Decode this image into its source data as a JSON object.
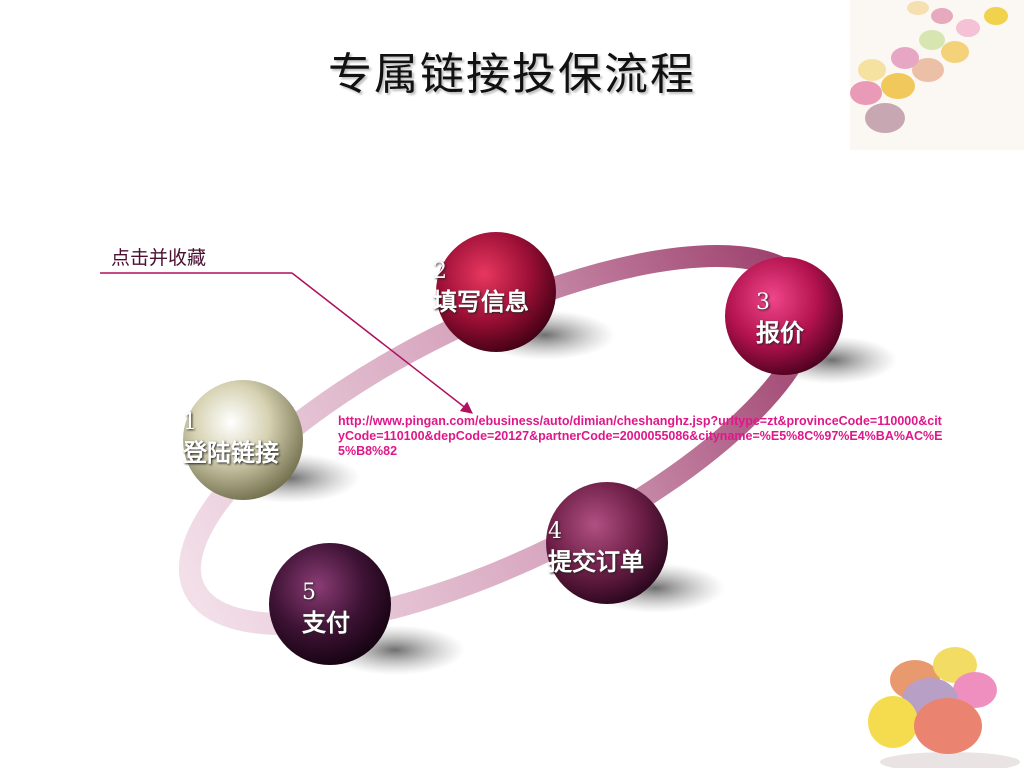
{
  "title": "专属链接投保流程",
  "callout": "点击并收藏",
  "url": "http://www.pingan.com/ebusiness/auto/dimian/cheshanghz.jsp?urltype=zt&provinceCode=110000&cityCode=110100&depCode=20127&partnerCode=2000055086&cityname=%E5%8C%97%E4%BA%AC%E5%B8%82",
  "steps": [
    {
      "num": "1",
      "label": "登陆链接"
    },
    {
      "num": "2",
      "label": "填写信息"
    },
    {
      "num": "3",
      "label": "报价"
    },
    {
      "num": "4",
      "label": "提交订单"
    },
    {
      "num": "5",
      "label": "支付"
    }
  ],
  "colors": {
    "ring": "#c98aa8",
    "step1": "#c9c6a6",
    "step2": "#9c0f36",
    "step3": "#b2124e",
    "step4": "#6e1f47",
    "step5": "#3d1234",
    "callout_line": "#b0105e",
    "url_text": "#e0178a"
  }
}
